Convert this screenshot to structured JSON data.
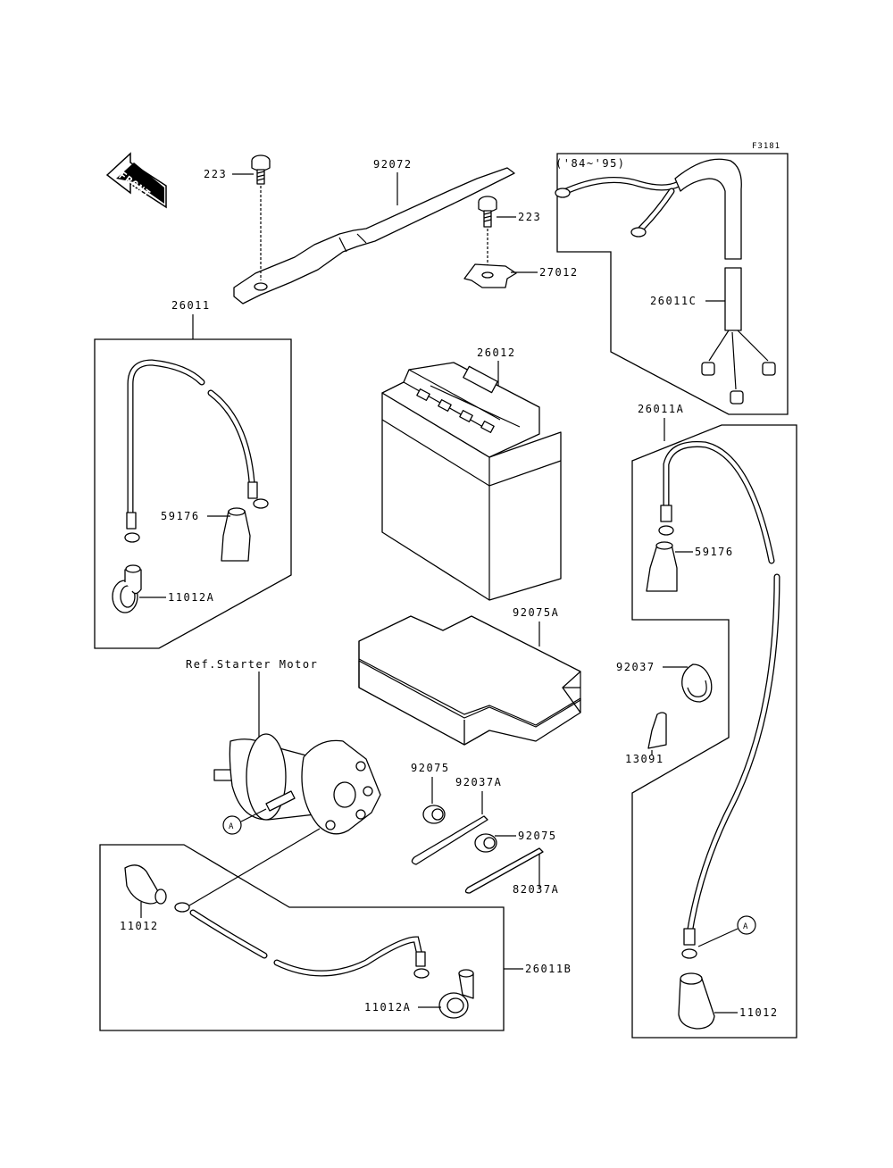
{
  "figure_code": "F3181",
  "front_arrow": "FRONT",
  "ref_starter_motor": "Ref.Starter Motor",
  "years_note": "('84~'95)",
  "callout_marker": "A",
  "part_labels": {
    "p223_left": "223",
    "p92072": "92072",
    "p223_right": "223",
    "p27012": "27012",
    "p26011C": "26011C",
    "p26011": "26011",
    "p26012": "26012",
    "p26011A": "26011A",
    "p59176_left": "59176",
    "p11012A_left": "11012A",
    "p59176_right": "59176",
    "p92075A": "92075A",
    "p92037": "92037",
    "p13091": "13091",
    "p92075_top": "92075",
    "p92037A_top": "92037A",
    "p92075_right": "92075",
    "p82037A": "82037A",
    "p11012_left": "11012",
    "p26011B": "26011B",
    "p11012A_bottom": "11012A",
    "p11012_right": "11012"
  }
}
